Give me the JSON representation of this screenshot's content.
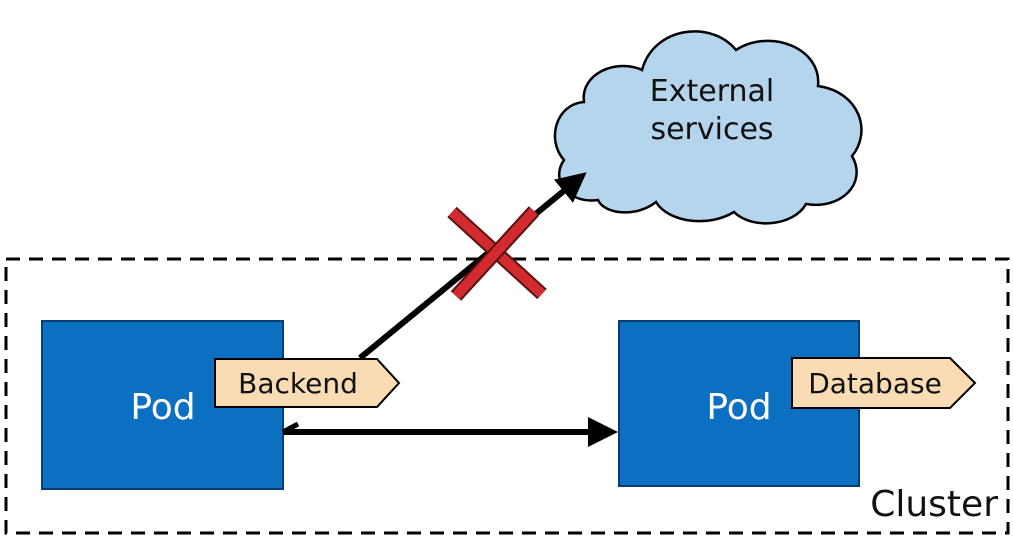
{
  "diagram": {
    "cluster_label": "Cluster",
    "backend_pod": {
      "label": "Pod",
      "tag": "Backend"
    },
    "database_pod": {
      "label": "Pod",
      "tag": "Database"
    },
    "external": {
      "line1": "External",
      "line2": "services"
    }
  },
  "colors": {
    "pod_fill": "#0b6fc2",
    "pod_border": "#0a3d73",
    "tag_fill": "#f9dcb4",
    "cloud_fill": "#b4d5ec",
    "blocked_mark": "#d12a2f",
    "blocked_mark_outline": "#5a1010"
  }
}
